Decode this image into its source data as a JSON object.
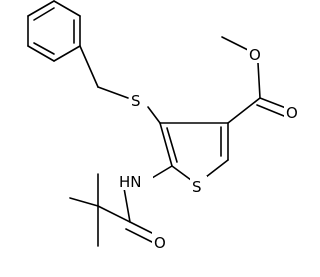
{
  "structure": {
    "atoms": {
      "S_ring": "S",
      "S_thio": "S",
      "O_ester_single": "O",
      "O_ester_double": "O",
      "O_amide": "O",
      "NH": "HN"
    }
  },
  "colors": {
    "bond": "#000000",
    "background": "#ffffff"
  }
}
